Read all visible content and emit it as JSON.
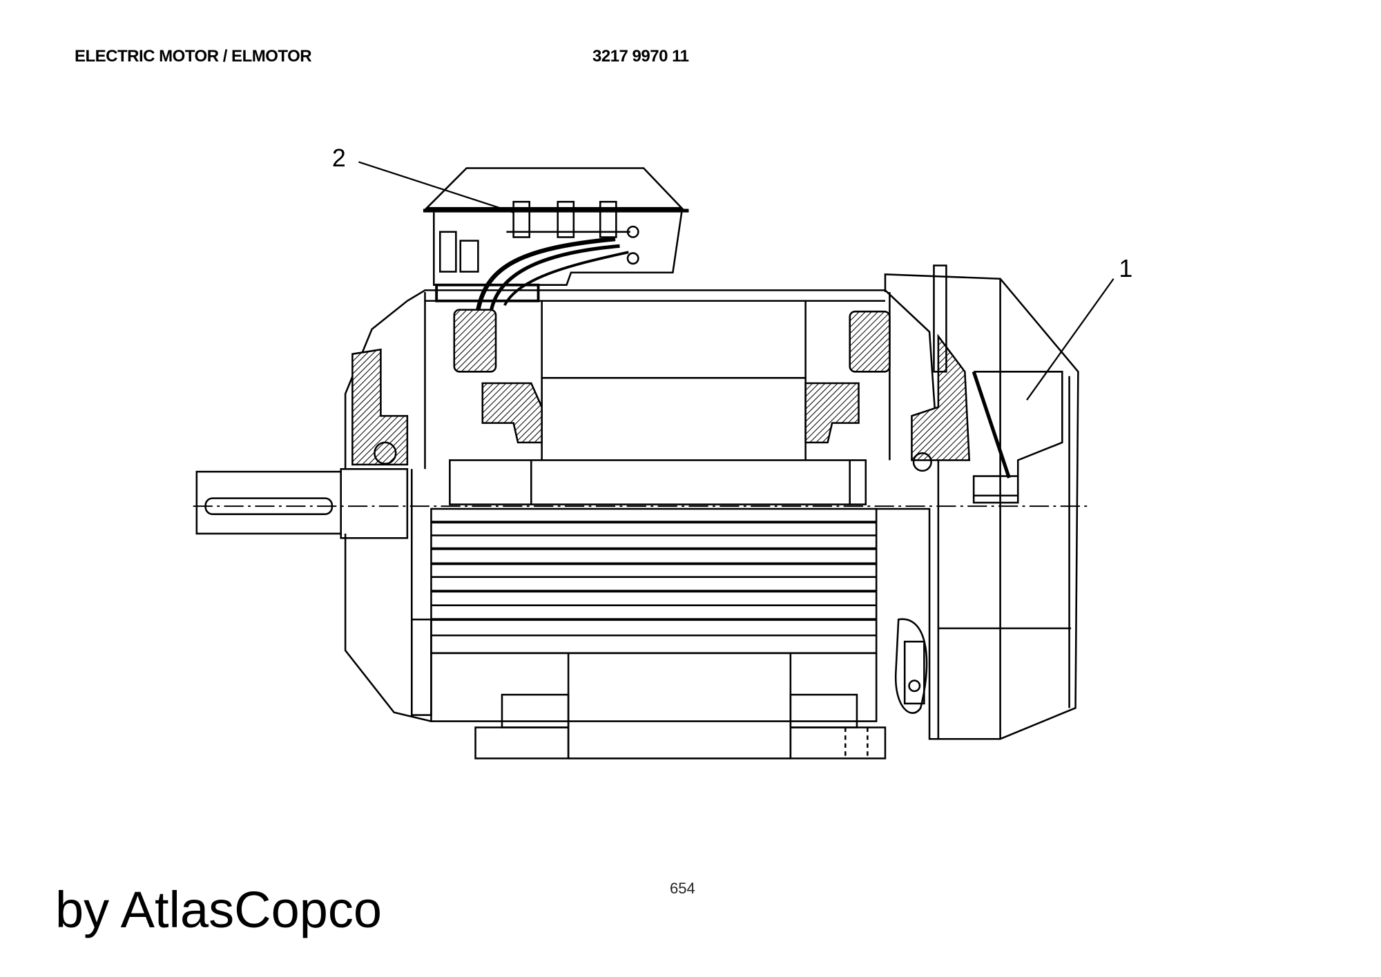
{
  "header": {
    "title": "ELECTRIC MOTOR / ELMOTOR",
    "part_number": "3217 9970 11"
  },
  "drawing": {
    "callouts": [
      {
        "label": "1"
      },
      {
        "label": "2"
      }
    ]
  },
  "footer": {
    "page_number": "654",
    "brand": "by AtlasCopco"
  }
}
